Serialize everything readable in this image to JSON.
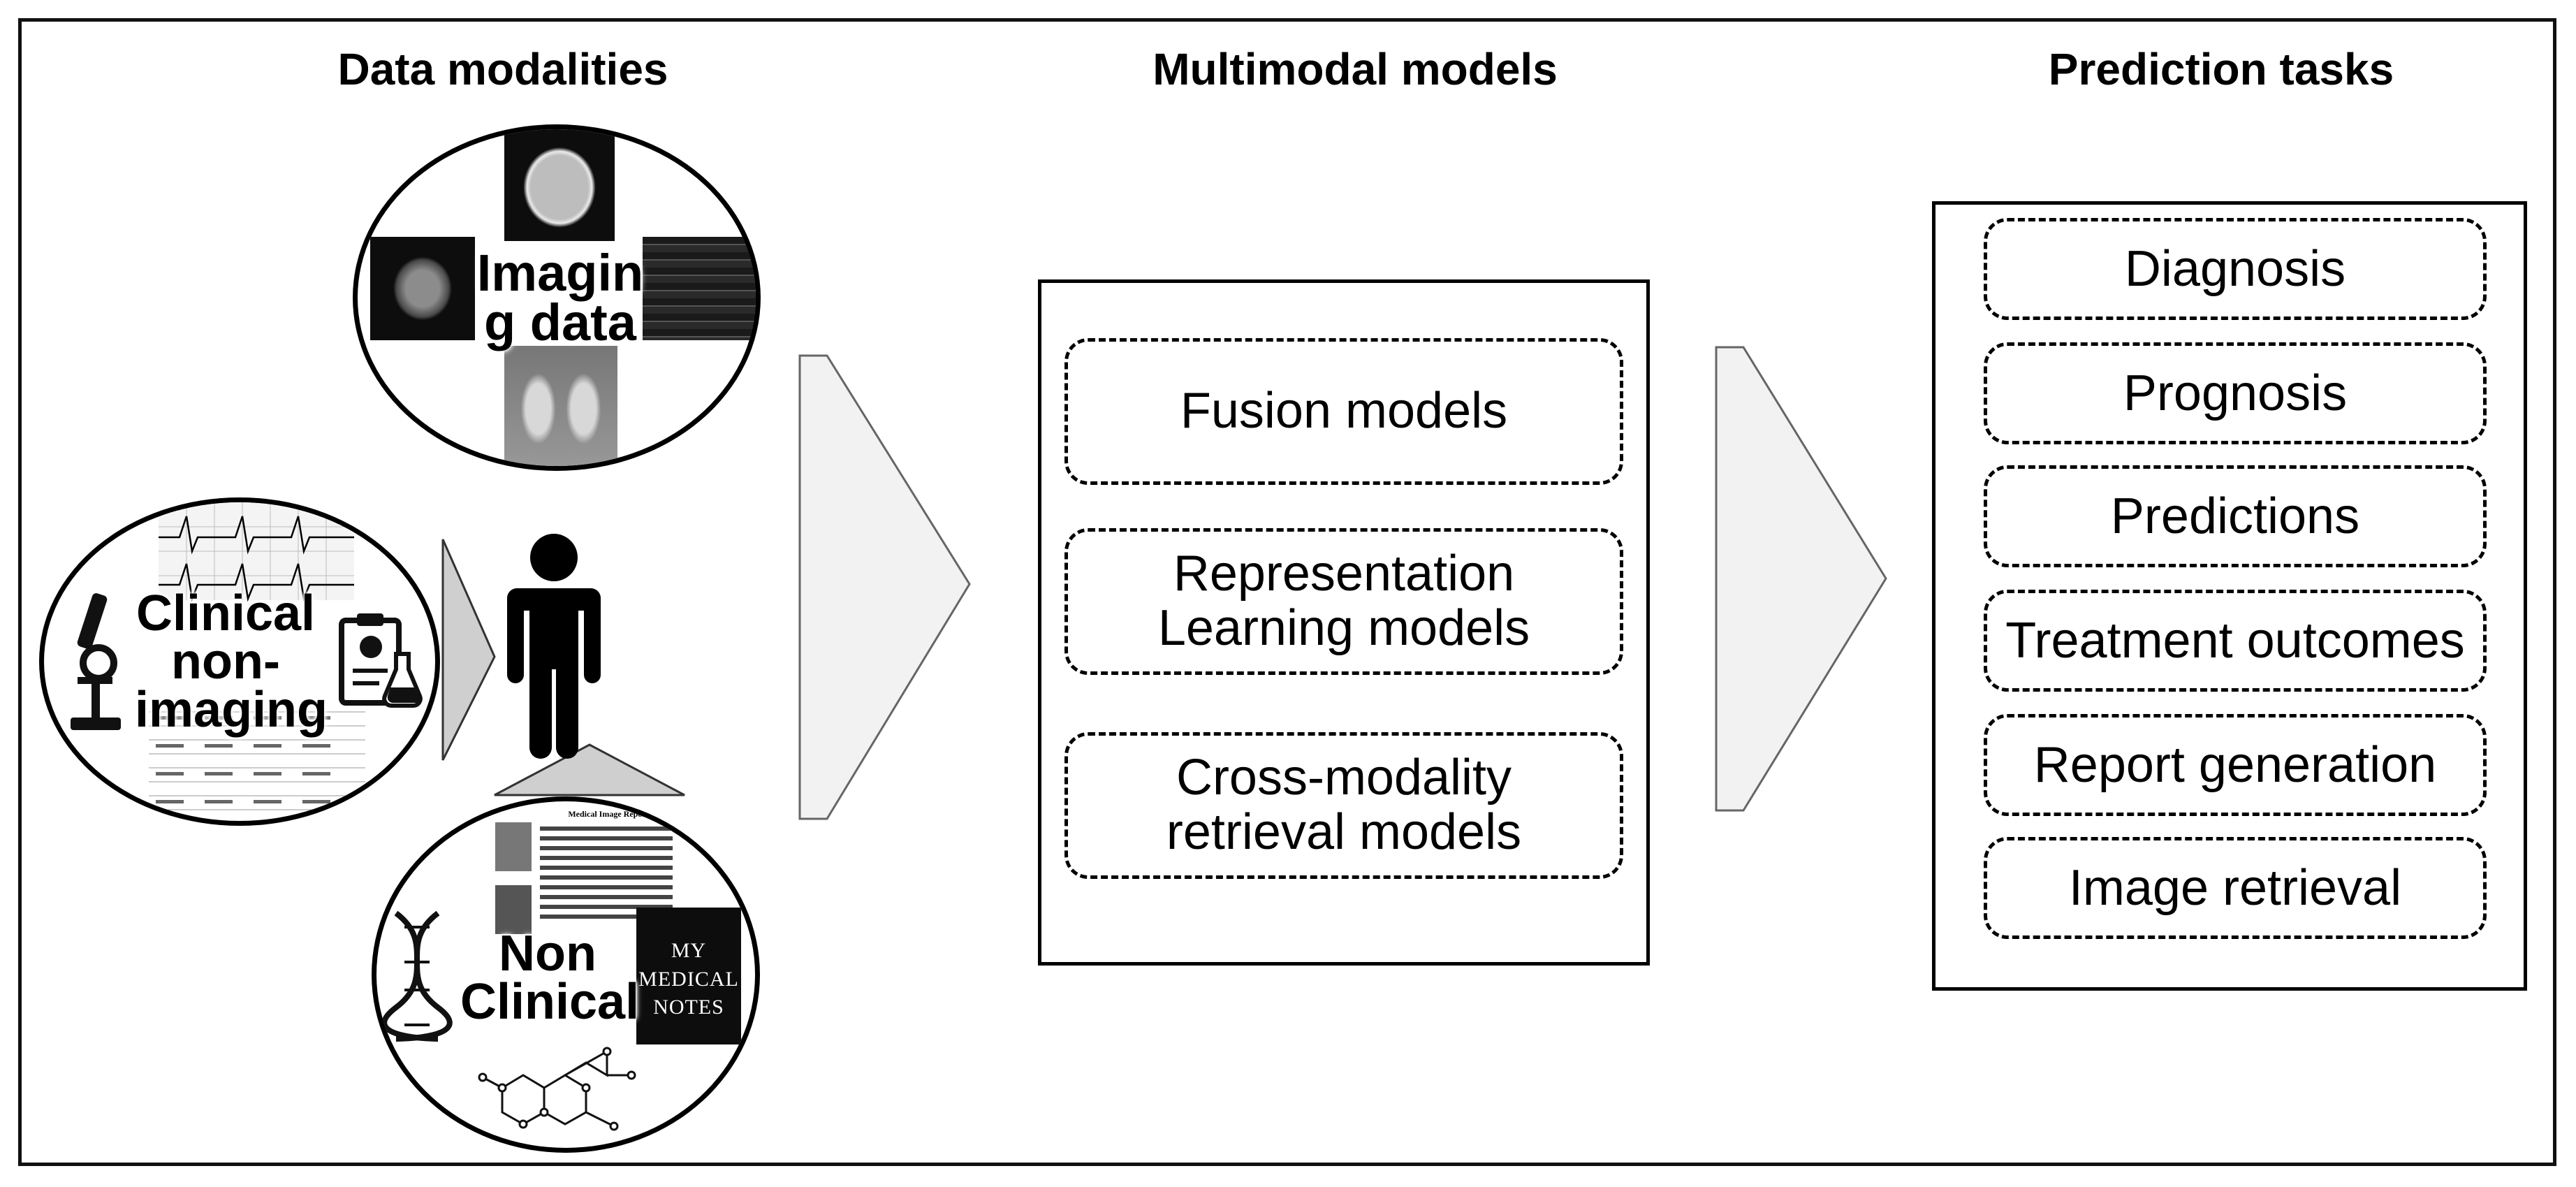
{
  "headings": {
    "data_modalities": "Data modalities",
    "multimodal_models": "Multimodal models",
    "prediction_tasks": "Prediction tasks"
  },
  "modalities": {
    "imaging": "Imagin\ng data",
    "clinical": "Clinical\nnon-\nimaging",
    "non_clinical": "Non\nClinical"
  },
  "non_clinical_notes_cover": "MY\nMEDICAL\nNOTES",
  "report_title": "Medical Image Report",
  "models": [
    {
      "label": "Fusion models"
    },
    {
      "label": "Representation\nLearning models"
    },
    {
      "label": "Cross-modality\nretrieval models"
    }
  ],
  "tasks": [
    {
      "label": "Diagnosis"
    },
    {
      "label": "Prognosis"
    },
    {
      "label": "Predictions"
    },
    {
      "label": "Treatment outcomes"
    },
    {
      "label": "Report generation"
    },
    {
      "label": "Image retrieval"
    }
  ]
}
